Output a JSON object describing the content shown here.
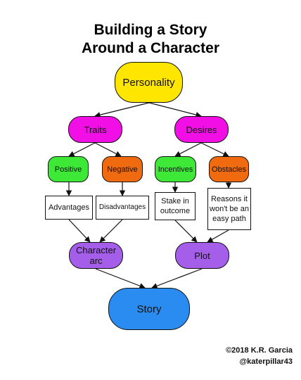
{
  "title_line1": "Building a Story",
  "title_line2": "Around a Character",
  "nodes": {
    "personality": "Personality",
    "traits": "Traits",
    "desires": "Desires",
    "positive": "Positive",
    "negative": "Negative",
    "incentives": "Incentives",
    "obstacles": "Obstacles",
    "advantages": "Advantages",
    "disadvantages": "Disadvantages",
    "stake": "Stake in outcome",
    "reasons": "Reasons it won't be an easy path",
    "character_arc": "Character arc",
    "plot": "Plot",
    "story": "Story"
  },
  "copyright": "©2018 K.R. Garcia",
  "handle": "@katerpillar43",
  "colors": {
    "yellow": "#FFE600",
    "magenta": "#F10FE6",
    "green": "#3DE837",
    "orange": "#F06A10",
    "purple": "#A45EEA",
    "blue": "#2A8CF0"
  }
}
